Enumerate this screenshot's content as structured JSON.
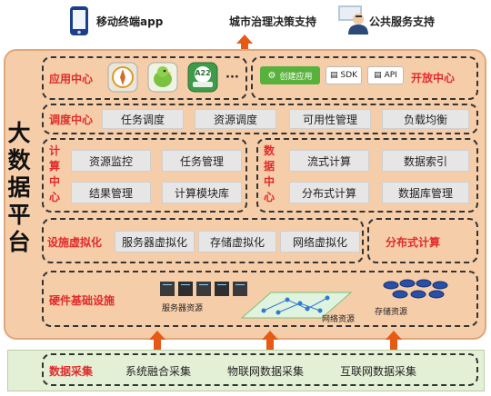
{
  "top": {
    "mobile_label": "移动终端app",
    "city_label": "城市治理决策支持",
    "public_label": "公共服务支持"
  },
  "platform": {
    "title": "大数据平台"
  },
  "app_center": {
    "title": "应用中心",
    "ellipsis": "···",
    "icon_badge": "A22"
  },
  "open_center": {
    "title": "开放中心",
    "create_app": "创建应用",
    "sdk": "SDK",
    "api": "API"
  },
  "scheduling": {
    "title": "调度中心",
    "items": [
      "任务调度",
      "资源调度",
      "可用性管理",
      "负载均衡"
    ]
  },
  "compute_center": {
    "title": "计算中心",
    "items": [
      "资源监控",
      "任务管理",
      "结果管理",
      "计算模块库"
    ]
  },
  "data_center": {
    "title": "数据中心",
    "items": [
      "流式计算",
      "数据索引",
      "分布式计算",
      "数据库管理"
    ]
  },
  "virtualization": {
    "title": "设施虚拟化",
    "items": [
      "服务器虚拟化",
      "存储虚拟化",
      "网络虚拟化"
    ]
  },
  "distributed": {
    "title": "分布式计算"
  },
  "hardware": {
    "title": "硬件基础设施",
    "server": "服务器资源",
    "network": "网络资源",
    "storage": "存储资源"
  },
  "collection": {
    "title": "数据采集",
    "items": [
      "系统融合采集",
      "物联网数据采集",
      "互联网数据采集"
    ]
  },
  "colors": {
    "accent_red": "#e02b2b",
    "arrow_orange": "#e55b16",
    "panel": "#f6cda9",
    "collection_bg": "#e4f0d6"
  }
}
